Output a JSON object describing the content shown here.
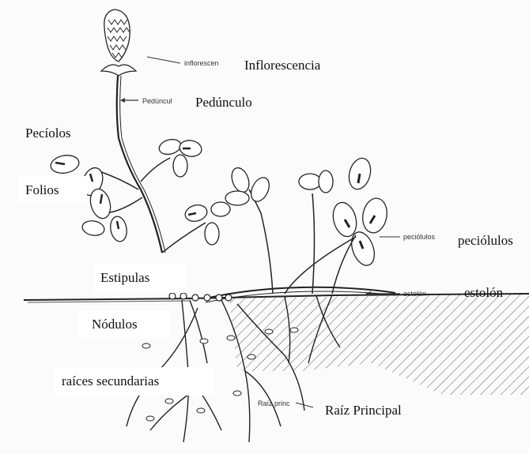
{
  "labels": {
    "inflorescencia": "Inflorescencia",
    "peduncul": "Pedúnculo",
    "peciolos": "Pecíolos",
    "folios": "Folios",
    "estipulas": "Estipulas",
    "nodulos": "Nódulos",
    "raices_secundarias": "raíces secundarias",
    "peciolulos": "peciólulos",
    "estolon": "estolón",
    "raiz_principal": "Raíz Principal"
  },
  "original_labels": {
    "inflorescen": "inflorescen",
    "peduncul": "Pedúncul",
    "peciolulos": "peciólulos",
    "estolon": "estolón",
    "raiz_princ": "Raíz princ"
  },
  "colors": {
    "ink": "#2a2a2a",
    "background": "#fbfbfb",
    "label_patch": "#ffffff"
  }
}
